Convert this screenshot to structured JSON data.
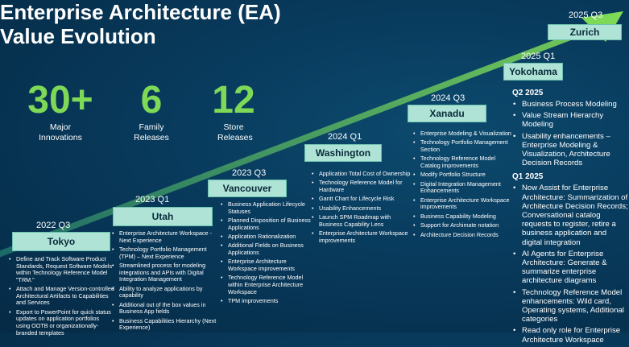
{
  "title": "Enterprise Architecture (EA) Value Evolution",
  "accent_color": "#7ed957",
  "stats": [
    {
      "number": "30+",
      "label": "Major Innovations"
    },
    {
      "number": "6",
      "label": "Family Releases"
    },
    {
      "number": "12",
      "label": "Store Releases"
    }
  ],
  "stages": [
    {
      "date": "2022 Q3",
      "name": "Tokyo",
      "items": [
        "Define and Track Software Product Standards, Request Software Models within Technology Reference Model \"TRM.\"",
        "Attach and Manage Version-controlled Architectural Artifacts to Capabilities and Services",
        "Export to PowerPoint for quick status updates on application portfolios using OOTB or organizationally-branded templates"
      ]
    },
    {
      "date": "2023 Q1",
      "name": "Utah",
      "items": [
        "Enterprise Architecture Workspace - Next Experience",
        "Technology Portfolio Management (TPM) – Next Experience",
        "Streamlined process for modeling integrations and APIs with Digital Integration Management",
        "Ability to analyze applications by capability",
        "Additional out of the box values in Business App fields",
        "Business Capabilities Hierarchy (Next Experience)"
      ]
    },
    {
      "date": "2023 Q3",
      "name": "Vancouver",
      "items": [
        "Business Application Lifecycle Statuses",
        "Planned Disposition of Business Applications",
        "Application Rationalization",
        "Additional Fields on Business Applications",
        "Enterprise Architecture Workspace improvements",
        "Technology Reference Model within Enterprise Architecture Workspace",
        "TPM improvements"
      ]
    },
    {
      "date": "2024 Q1",
      "name": "Washington",
      "items": [
        "Application Total Cost of Ownership",
        "Technology Reference Model for Hardware",
        "Gantt Chart for Lifecycle Risk",
        "Usability Enhancements",
        "Launch SPM Roadmap with Business Capability Lens",
        "Enterprise Architecture Workspace improvements"
      ]
    },
    {
      "date": "2024 Q3",
      "name": "Xanadu",
      "items": [
        "Enterprise Modeling & Visualization",
        "Technology Portfolio Management Section",
        "Technology Reference Model Catalog improvements",
        "Modify Portfolio Structure",
        "Digital Integration Management Enhancements",
        "Enterprise Architecture Workspace improvements",
        "Business Capability Modeling",
        "Support for Archimate notation",
        "Architecture Decision Records"
      ]
    },
    {
      "date": "2025 Q1",
      "name": "Yokohama"
    },
    {
      "date": "2025 Q3",
      "name": "Zurich"
    }
  ],
  "right_panel": {
    "sections": [
      {
        "heading": "Q2 2025",
        "items": [
          "Business Process Modeling",
          "Value Stream Hierarchy Modeling",
          "Usability enhancements – Enterprise Modeling & Visualization, Architecture Decision Records"
        ]
      },
      {
        "heading": "Q1 2025",
        "items": [
          "Now Assist for Enterprise Architecture: Summarization of Architecture Decision Records; Conversational catalog requests to register, retire a business application and digital integration",
          "AI Agents for Enterprise Architecture: Generate & summarize enterprise architecture diagrams",
          "Technology Reference Model enhancements: Wild card, Operating systems, Additional categories",
          "Read only role for Enterprise Architecture Workspace"
        ]
      }
    ]
  }
}
